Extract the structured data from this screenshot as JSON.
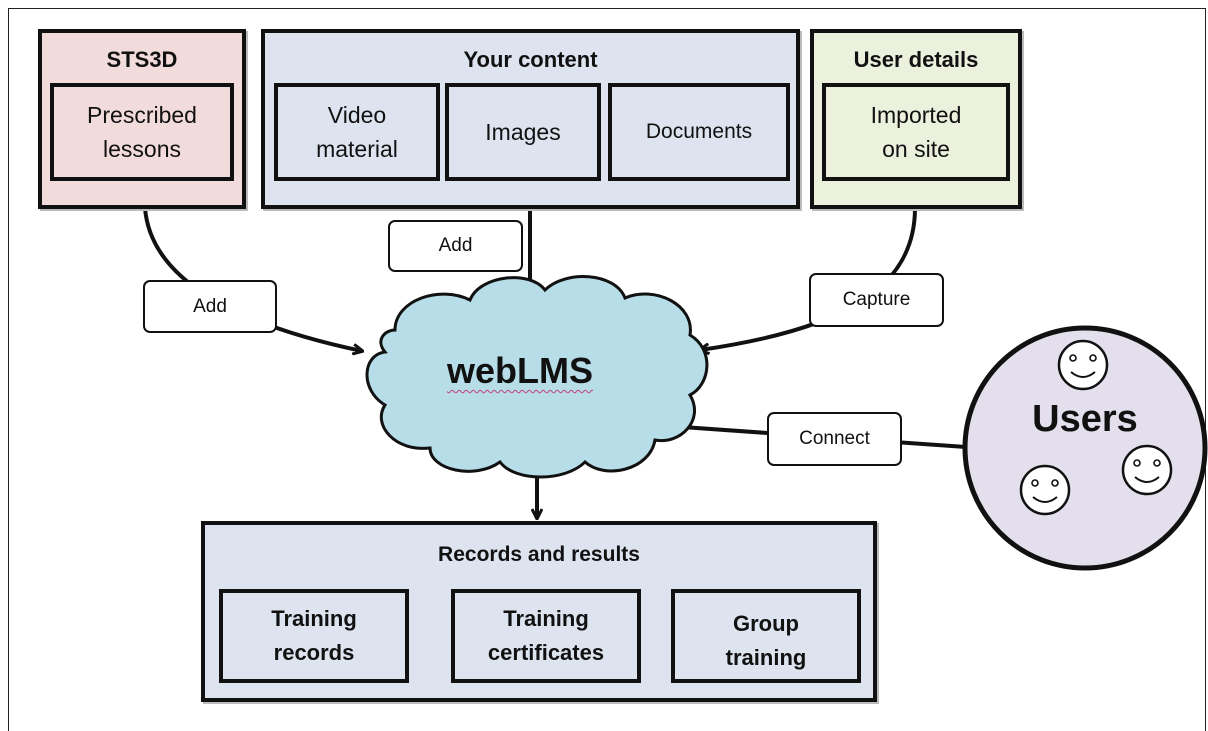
{
  "sts3d": {
    "title": "STS3D",
    "item": [
      "Prescribed",
      "lessons"
    ]
  },
  "content": {
    "title": "Your content",
    "items": [
      {
        "lines": [
          "Video",
          "material"
        ]
      },
      {
        "lines": [
          "Images"
        ]
      },
      {
        "lines": [
          "Documents"
        ]
      }
    ]
  },
  "user_details": {
    "title": "User details",
    "item": [
      "Imported",
      "on site"
    ]
  },
  "center": {
    "label": "webLMS"
  },
  "users": {
    "label": "Users"
  },
  "edges": {
    "add_left": "Add",
    "add_top": "Add",
    "capture": "Capture",
    "connect": "Connect"
  },
  "records": {
    "title": "Records and results",
    "items": [
      {
        "lines": [
          "Training",
          "records"
        ]
      },
      {
        "lines": [
          "Training",
          "certificates"
        ]
      },
      {
        "lines": [
          "Group",
          "training"
        ]
      }
    ]
  },
  "colors": {
    "sts3d_bg": "#f2dcdb",
    "content_bg": "#dde4ef",
    "user_details_bg": "#ebf1dd",
    "cloud": "#b7dde8",
    "users_bg": "#e4dfec",
    "records_bg": "#dde4ef"
  }
}
